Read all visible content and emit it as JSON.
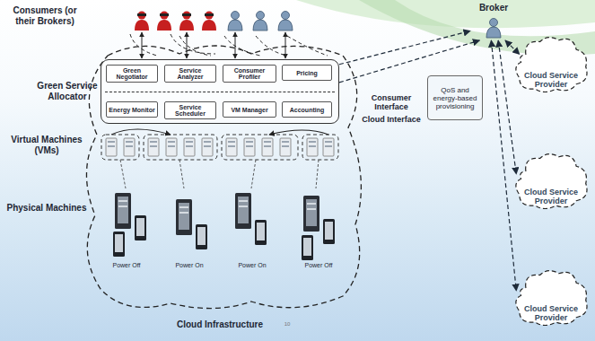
{
  "diagram": {
    "nodes": [
      {
        "text": [
          "Green Service Allocator"
        ]
      },
      {
        "text": [
          "Green Negotiator"
        ],
        "in": 0
      },
      {
        "text": [
          "Service Analyzer"
        ],
        "in": 0
      },
      {
        "text": [
          "Consumer Profiler"
        ],
        "in": 0
      },
      {
        "text": [
          "Pricing"
        ],
        "in": 0
      },
      {
        "text": [
          "Energy Monitor"
        ],
        "in": 0
      },
      {
        "text": [
          "Service Scheduler"
        ],
        "in": 0
      },
      {
        "text": [
          "VM Manager"
        ],
        "in": 0
      },
      {
        "text": [
          "Accounting"
        ],
        "in": 0
      },
      {
        "text": [
          "Broker"
        ]
      },
      {
        "text": [
          "QoS and energy-based provisioning"
        ]
      },
      {
        "text": [
          "Cloud Service Provider"
        ]
      },
      {
        "text": [
          "Cloud Service Provider"
        ]
      },
      {
        "text": [
          "Cloud Service Provider"
        ]
      }
    ],
    "edges": [
      {
        "from": 0,
        "to": 9,
        "arrow": "to"
      },
      {
        "from": 0,
        "to": 9,
        "arrow": "to"
      },
      {
        "from": 9,
        "to": 11,
        "arrow": "both"
      },
      {
        "from": 9,
        "to": 12,
        "arrow": "both"
      },
      {
        "from": 9,
        "to": 13,
        "arrow": "both"
      }
    ],
    "labels": [
      "Consumers (or their Brokers)",
      "Virtual Machines (VMs)",
      "Physical Machines",
      "Power Off",
      "Power On",
      "Power On",
      "Power Off",
      "Consumer Interface",
      "Cloud Interface",
      "Cloud Infrastructure",
      "10"
    ]
  }
}
